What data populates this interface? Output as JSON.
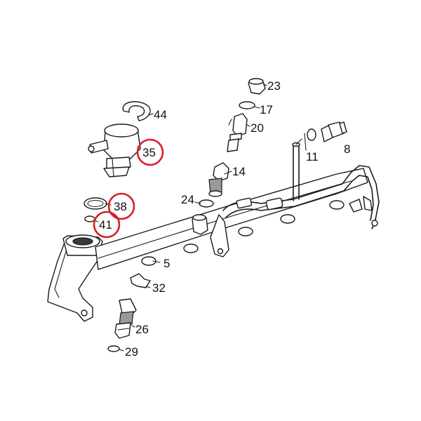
{
  "colors": {
    "line": "#1a1a1a",
    "highlight": "#d61f26",
    "background": "#ffffff"
  },
  "callouts": [
    {
      "id": "p23",
      "label": "23",
      "highlighted": false
    },
    {
      "id": "p17",
      "label": "17",
      "highlighted": false
    },
    {
      "id": "p44",
      "label": "44",
      "highlighted": false
    },
    {
      "id": "p20",
      "label": "20",
      "highlighted": false
    },
    {
      "id": "p35",
      "label": "35",
      "highlighted": true
    },
    {
      "id": "p11",
      "label": "11",
      "highlighted": false
    },
    {
      "id": "p8",
      "label": "8",
      "highlighted": false
    },
    {
      "id": "p14",
      "label": "14",
      "highlighted": false
    },
    {
      "id": "p24",
      "label": "24",
      "highlighted": false
    },
    {
      "id": "p38",
      "label": "38",
      "highlighted": true
    },
    {
      "id": "p41",
      "label": "41",
      "highlighted": true
    },
    {
      "id": "p5",
      "label": "5",
      "highlighted": false
    },
    {
      "id": "p32",
      "label": "32",
      "highlighted": false
    },
    {
      "id": "p26",
      "label": "26",
      "highlighted": false
    },
    {
      "id": "p29",
      "label": "29",
      "highlighted": false
    }
  ]
}
